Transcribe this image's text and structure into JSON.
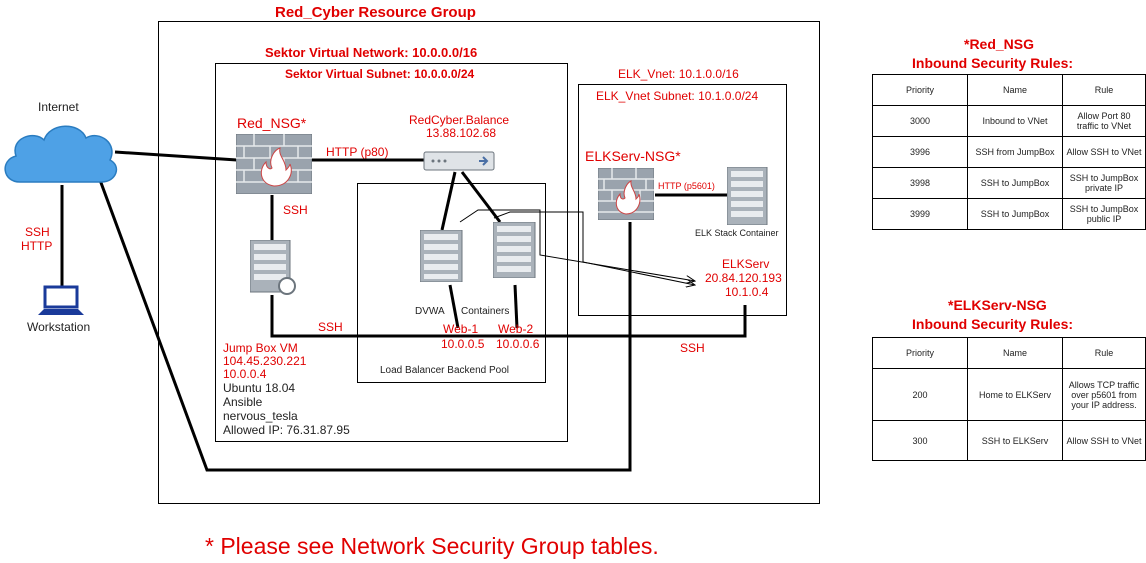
{
  "resource_group": {
    "title": "Red_Cyber Resource Group"
  },
  "sektor": {
    "vnet": "Sektor Virtual Network: 10.0.0.0/16",
    "subnet": "Sektor  Virtual Subnet: 10.0.0.0/24"
  },
  "elk_net": {
    "vnet": "ELK_Vnet: 10.1.0.0/16",
    "subnet": "ELK_Vnet Subnet: 10.1.0.0/24"
  },
  "internet": {
    "label": "Internet"
  },
  "workstation": {
    "label": "Workstation",
    "link_label_1": "SSH",
    "link_label_2": "HTTP"
  },
  "red_nsg": {
    "label": "Red_NSG*"
  },
  "balancer": {
    "name": "RedCyber.Balance",
    "ip": "13.88.102.68"
  },
  "links": {
    "http_p80": "HTTP (p80)",
    "ssh_nsg_jump": "SSH",
    "ssh_jump_web": "SSH",
    "ssh_to_elk": "SSH",
    "http_p5601": "HTTP (p5601)"
  },
  "backend_pool": {
    "label": "Load Balancer Backend Pool",
    "dvwa": "DVWA",
    "containers": "Containers"
  },
  "web1": {
    "name": "Web-1",
    "ip": "10.0.0.5"
  },
  "web2": {
    "name": "Web-2",
    "ip": "10.0.0.6"
  },
  "jumpbox": {
    "name": "Jump Box VM",
    "public_ip": "104.45.230.221",
    "private_ip": "10.0.0.4",
    "os": "Ubuntu 18.04",
    "tool": "Ansible",
    "container": "nervous_tesla",
    "allowed_ip": "Allowed IP: 76.31.87.95"
  },
  "elk_nsg": {
    "label": "ELKServ-NSG*"
  },
  "elk_stack": {
    "label": "ELK Stack Container"
  },
  "elkserv": {
    "name": "ELKServ",
    "public_ip": "20.84.120.193",
    "private_ip": "10.1.0.4"
  },
  "footnote": "* Please see Network Security Group tables.",
  "red_nsg_table": {
    "title_line1": "*Red_NSG",
    "title_line2": "Inbound Security Rules:",
    "headers": [
      "Priority",
      "Name",
      "Rule"
    ],
    "rows": [
      [
        "3000",
        "Inbound to VNet",
        "Allow Port 80 traffic to VNet"
      ],
      [
        "3996",
        "SSH from JumpBox",
        "Allow SSH to VNet"
      ],
      [
        "3998",
        "SSH to JumpBox",
        "SSH to JumpBox private IP"
      ],
      [
        "3999",
        "SSH to JumpBox",
        "SSH to JumpBox public IP"
      ]
    ]
  },
  "elk_nsg_table": {
    "title_line1": "*ELKServ-NSG",
    "title_line2": "Inbound Security Rules:",
    "headers": [
      "Priority",
      "Name",
      "Rule"
    ],
    "rows": [
      [
        "200",
        "Home to ELKServ",
        "Allows TCP traffic over p5601 from your IP address."
      ],
      [
        "300",
        "SSH to ELKServ",
        "Allow SSH to VNet"
      ]
    ]
  },
  "colors": {
    "accent_red": "#e00000",
    "firewall_gray": "#9aa3ad",
    "server_gray": "#aab2ba",
    "cloud_blue": "#4ea1e6"
  }
}
